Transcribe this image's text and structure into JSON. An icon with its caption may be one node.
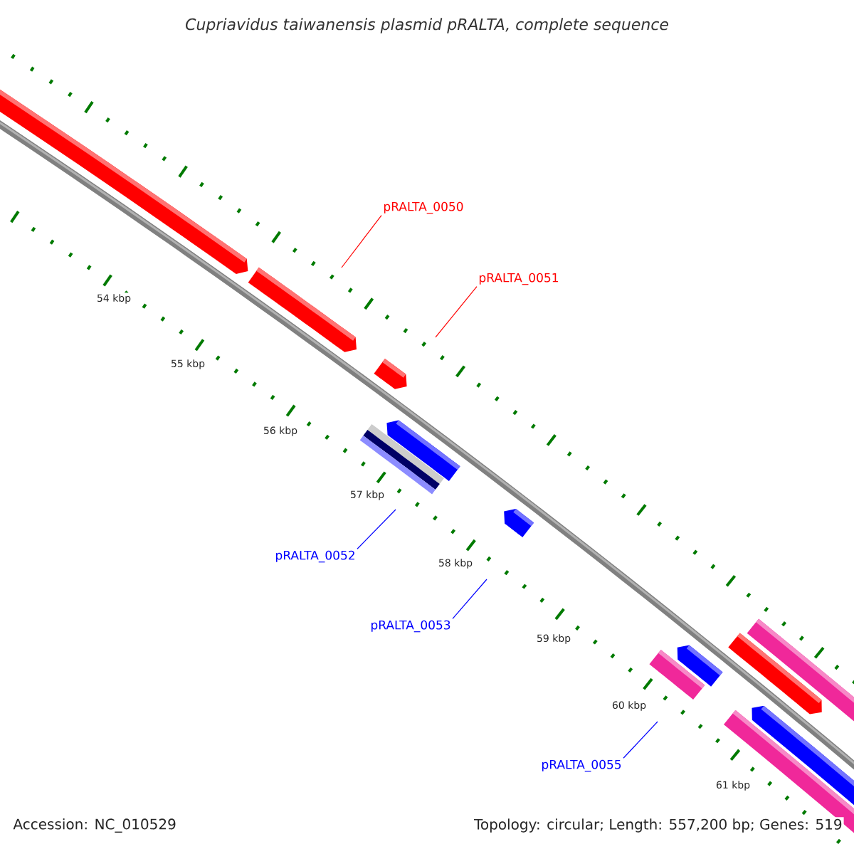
{
  "diagram": {
    "title": "Cupriavidus taiwanensis plasmid pRALTA, complete sequence",
    "nodes": [
      {
        "text": [
          "pRALTA_0050"
        ]
      },
      {
        "text": [
          "pRALTA_0051"
        ]
      },
      {
        "text": [
          "pRALTA_0052"
        ]
      },
      {
        "text": [
          "pRALTA_0053"
        ]
      },
      {
        "text": [
          "pRALTA_0055"
        ]
      }
    ],
    "edges": [
      {
        "from": 0,
        "to": null,
        "arrow": "none",
        "color": "#ff0000"
      },
      {
        "from": 1,
        "to": null,
        "arrow": "none",
        "color": "#ff0000"
      },
      {
        "from": 2,
        "to": null,
        "arrow": "none"
      },
      {
        "from": 3,
        "to": null,
        "arrow": "none"
      },
      {
        "from": 4,
        "to": null,
        "arrow": "none"
      }
    ],
    "labels": [
      "54 kbp",
      "55 kbp",
      "56 kbp",
      "57 kbp",
      "58 kbp",
      "59 kbp",
      "60 kbp",
      "61 kbp",
      "Accession: NC_010529",
      "Topology: circular; Length: 557,200 bp; Genes: 519"
    ]
  }
}
